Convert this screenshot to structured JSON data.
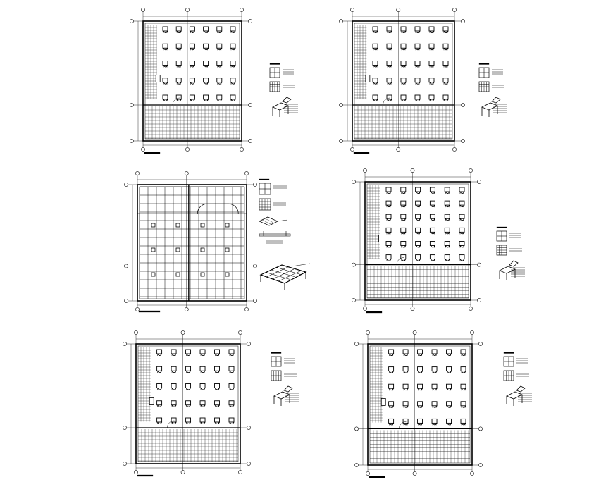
{
  "drawing": {
    "stroke_color": "#000000",
    "background": "#ffffff",
    "plans": [
      {
        "id": "plan-1",
        "type": "classroom-furniture",
        "desk_cols": 6,
        "desk_rows": 5
      },
      {
        "id": "plan-2",
        "type": "classroom-furniture",
        "desk_cols": 6,
        "desk_rows": 5
      },
      {
        "id": "plan-3",
        "type": "ceiling-grid",
        "details": [
          "tile-plain",
          "tile-grid",
          "tile-iso",
          "section",
          "iso-grid"
        ]
      },
      {
        "id": "plan-4",
        "type": "classroom-furniture",
        "desk_cols": 6,
        "desk_rows": 6
      },
      {
        "id": "plan-5",
        "type": "classroom-furniture",
        "desk_cols": 6,
        "desk_rows": 5
      },
      {
        "id": "plan-6",
        "type": "classroom-furniture",
        "desk_cols": 6,
        "desk_rows": 5
      }
    ]
  }
}
